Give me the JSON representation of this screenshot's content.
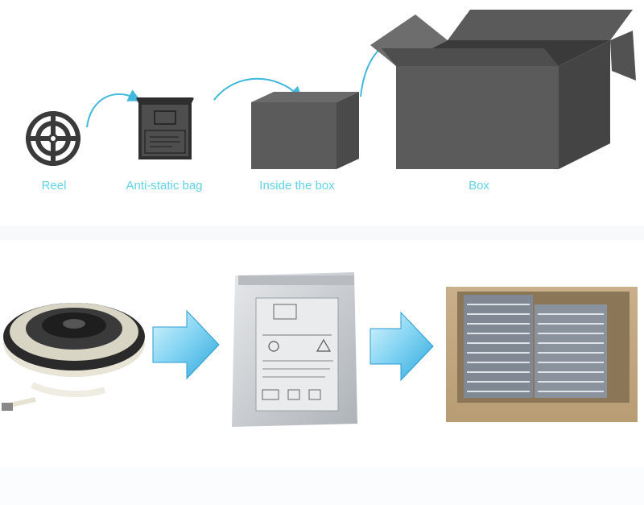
{
  "diagram": {
    "steps": [
      {
        "label": "Reel",
        "icon": "reel-icon"
      },
      {
        "label": "Anti-static bag",
        "icon": "anti-static-bag-icon"
      },
      {
        "label": "Inside the box",
        "icon": "inner-box-icon"
      },
      {
        "label": "Box",
        "icon": "open-box-icon"
      }
    ],
    "colors": {
      "label": "#5fd3e8",
      "arrow": "#3fb8dc",
      "icon_fill": "#5b5b5b",
      "icon_dark": "#2e2e2e"
    }
  },
  "photos": {
    "items": [
      {
        "name": "led-strip-reel-photo"
      },
      {
        "name": "anti-static-bag-photo"
      },
      {
        "name": "carton-with-bags-photo"
      }
    ],
    "arrow_color": "#52c2ec"
  }
}
